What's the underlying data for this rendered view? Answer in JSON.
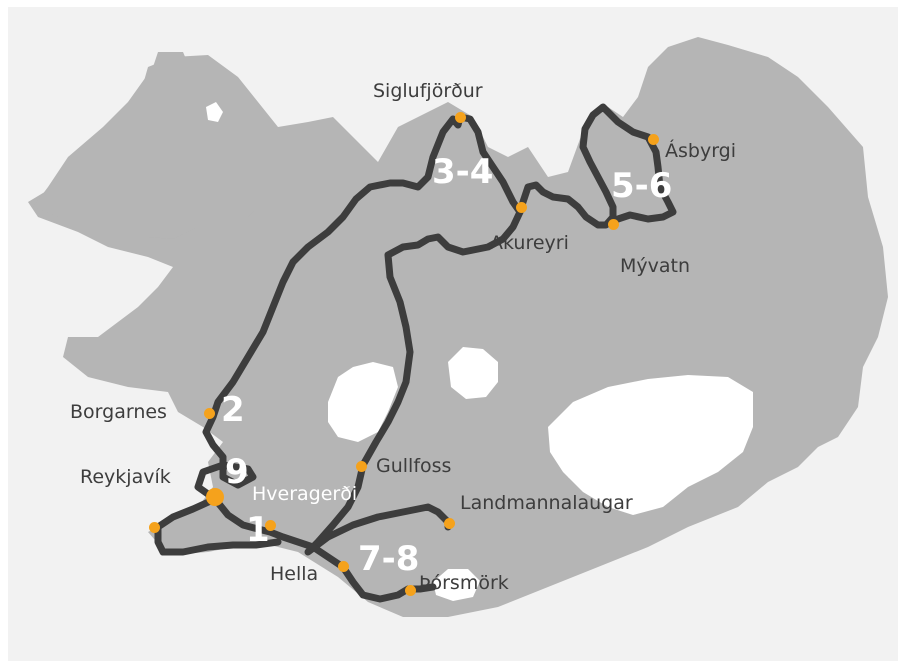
{
  "colors": {
    "land": "#b5b5b5",
    "glacier": "#ffffff",
    "route": "#3d3d3d",
    "stop": "#f5a21c",
    "label": "#3d3d3d",
    "background": "#f2f2f2"
  },
  "places": {
    "siglufjordur": "Siglufjörður",
    "asbyrgi": "Ásbyrgi",
    "akureyri": "Akureyri",
    "myvatn": "Mývatn",
    "borgarnes": "Borgarnes",
    "gullfoss": "Gullfoss",
    "reykjavik": "Reykjavík",
    "hveragerdi": "Hveragerði",
    "landmannalaugar": "Landmannalaugar",
    "hella": "Hella",
    "thorsmork": "Þórsmörk"
  },
  "days": {
    "d1": "1",
    "d2": "2",
    "d3_4": "3-4",
    "d5_6": "5-6",
    "d7_8": "7-8",
    "d9": "9"
  },
  "icons": {
    "stop": "stop-dot-icon",
    "capital": "capital-dot-icon"
  }
}
